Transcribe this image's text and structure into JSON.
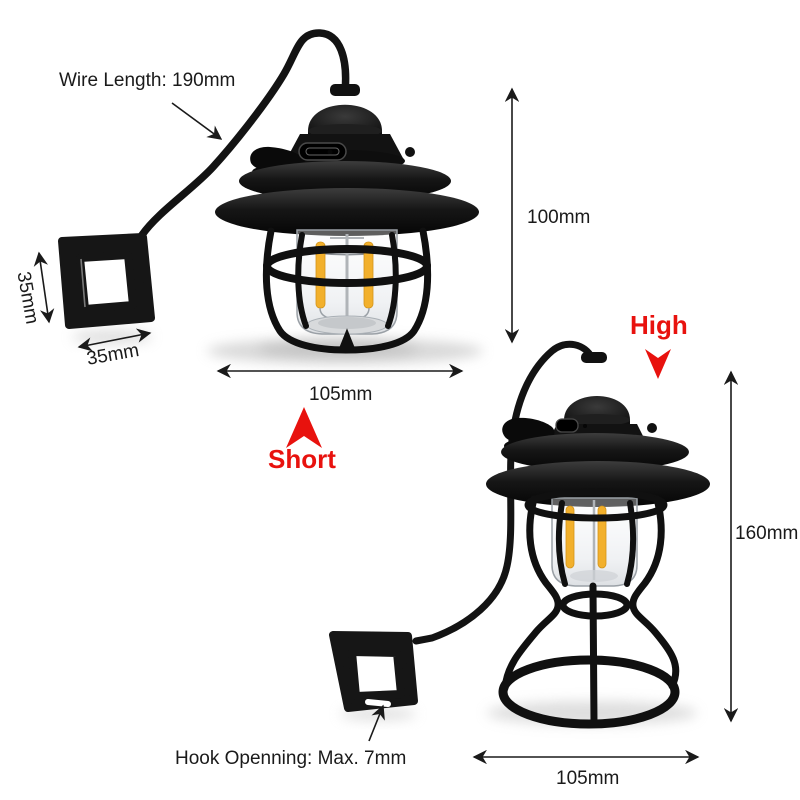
{
  "colors": {
    "background": "#ffffff",
    "annotation": "#1a1a1a",
    "highlight_red": "#e8120e",
    "filament_amber": "#f2b02c",
    "lantern_black": "#141414"
  },
  "short_lantern": {
    "labels": {
      "wire_length": "Wire Length: 190mm",
      "hook_height": "35mm",
      "hook_width": "35mm",
      "body_height": "100mm",
      "body_width": "105mm",
      "variant": "Short"
    }
  },
  "tall_lantern": {
    "labels": {
      "variant": "High",
      "body_height": "160mm",
      "body_width": "105mm",
      "hook_opening": "Hook Openning: Max. 7mm"
    }
  }
}
